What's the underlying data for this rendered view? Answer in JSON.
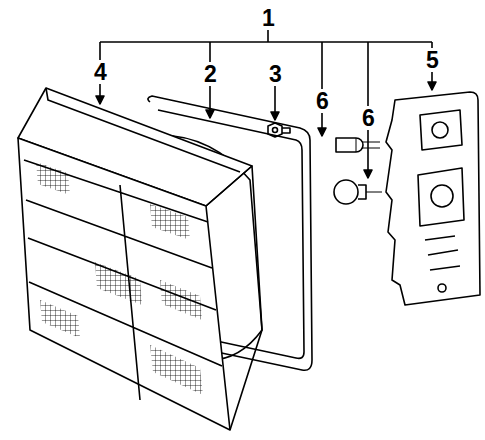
{
  "diagram": {
    "labels": [
      "1",
      "2",
      "3",
      "4",
      "5",
      "6",
      "6"
    ]
  }
}
